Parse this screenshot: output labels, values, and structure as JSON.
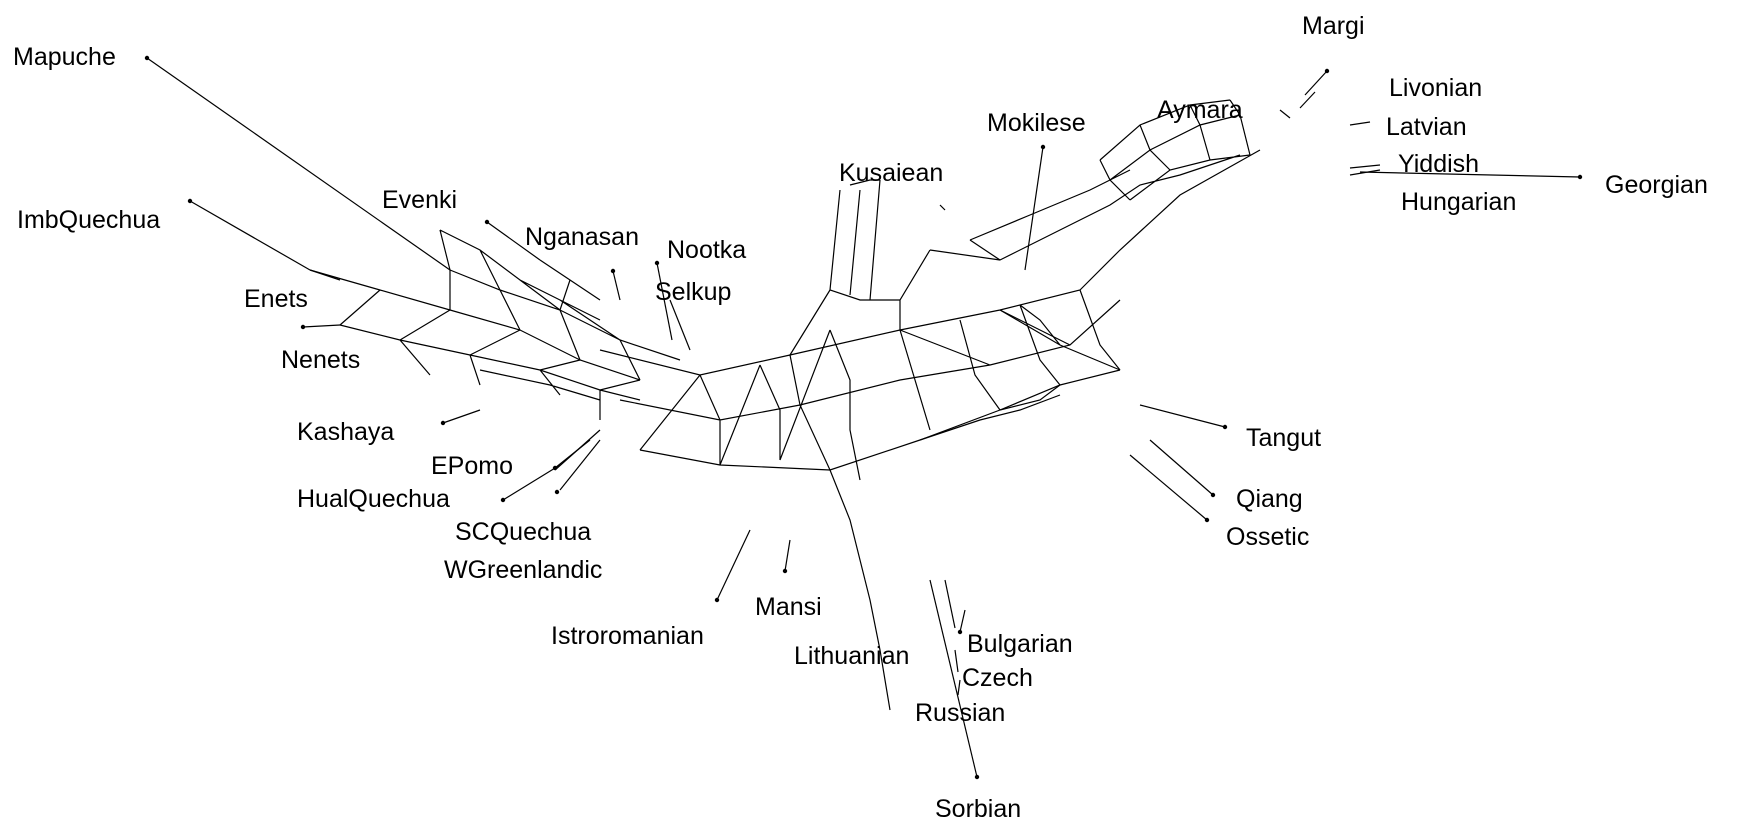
{
  "diagram": {
    "type": "phylogenetic-network",
    "taxa": [
      "Mapuche",
      "ImbQuechua",
      "Evenki",
      "Nganasan",
      "Nootka",
      "Selkup",
      "Enets",
      "Nenets",
      "Kashaya",
      "EPomo",
      "HualQuechua",
      "SCQuechua",
      "WGreenlandic",
      "Istroromanian",
      "Mansi",
      "Lithuanian",
      "Bulgarian",
      "Czech",
      "Russian",
      "Sorbian",
      "Kusaiean",
      "Mokilese",
      "Margi",
      "Aymara",
      "Livonian",
      "Latvian",
      "Yiddish",
      "Georgian",
      "Hungarian",
      "Tangut",
      "Qiang",
      "Ossetic"
    ]
  }
}
